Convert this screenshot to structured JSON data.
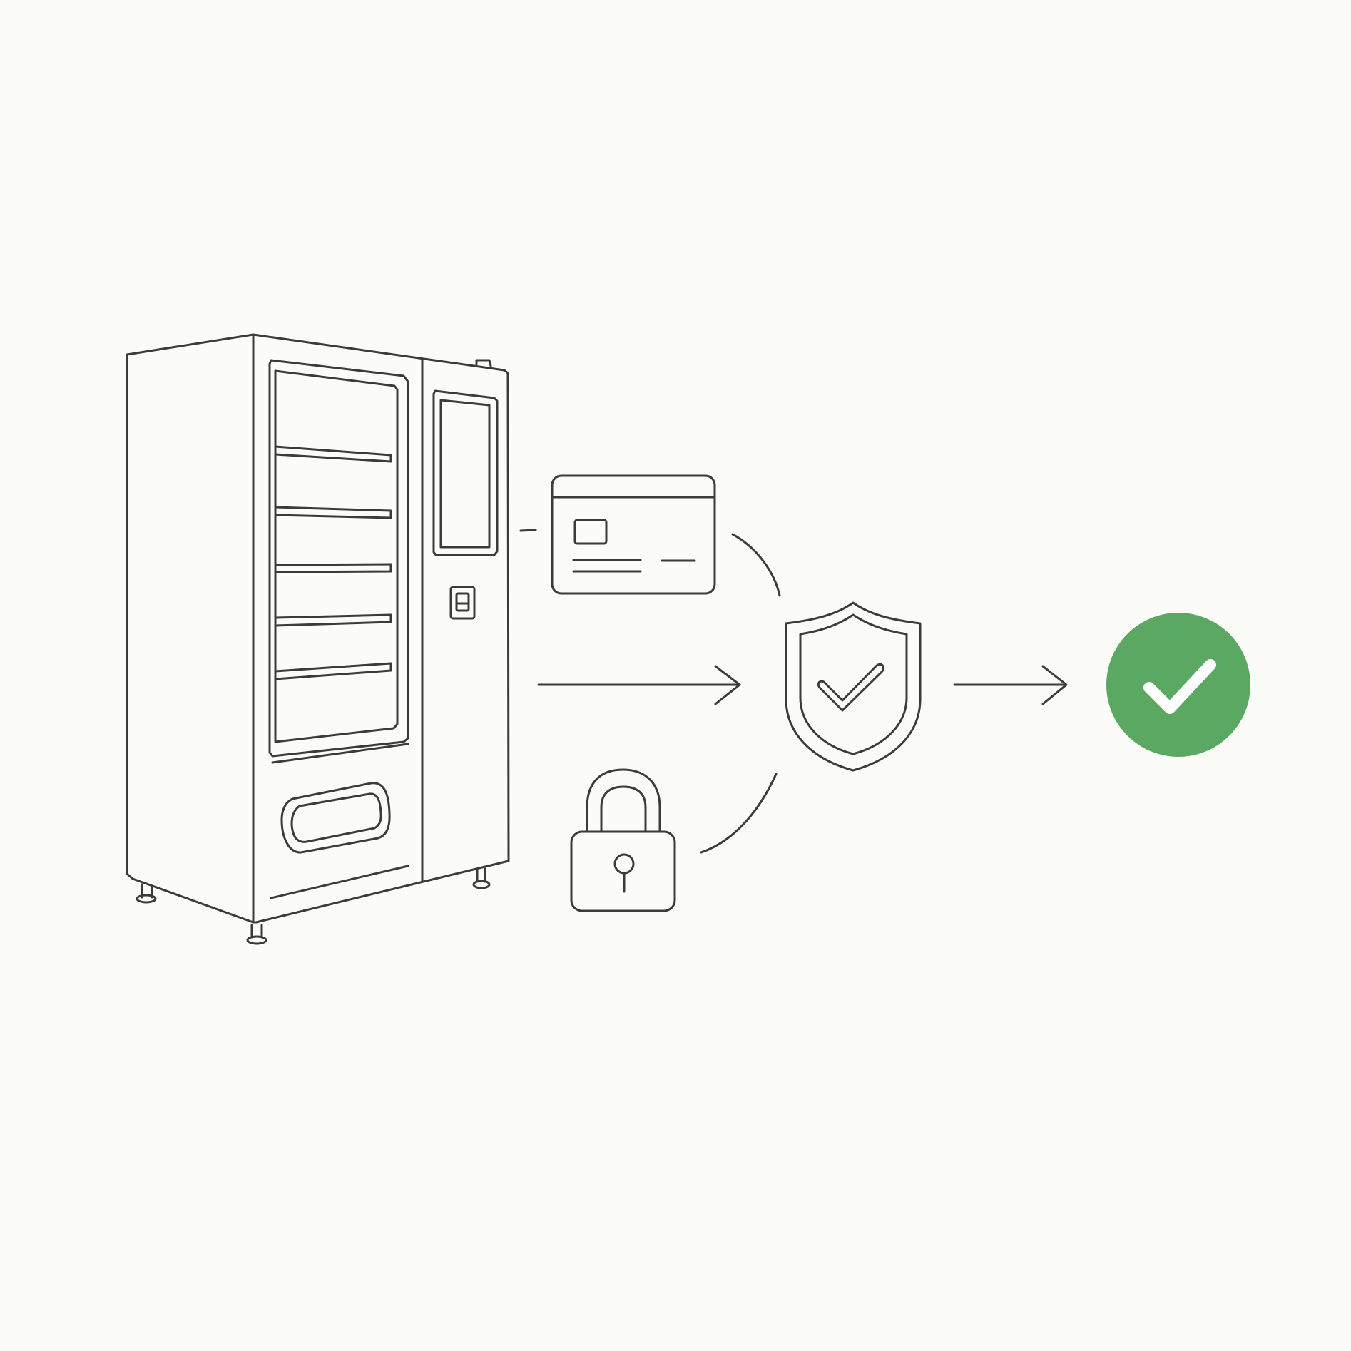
{
  "colors": {
    "background": "#fbfcf8",
    "line": "#3b3b3b",
    "success": "#5aa862",
    "success_mark": "#ffffff"
  },
  "nodes": [
    {
      "id": "vending-machine",
      "icon": "vending-machine-icon"
    },
    {
      "id": "payment-card",
      "icon": "credit-card-icon"
    },
    {
      "id": "padlock",
      "icon": "lock-icon"
    },
    {
      "id": "security-shield",
      "icon": "shield-check-icon"
    },
    {
      "id": "success",
      "icon": "check-circle-icon"
    }
  ],
  "edges": [
    {
      "from": "vending-machine",
      "to": "payment-card",
      "style": "line"
    },
    {
      "from": "payment-card",
      "to": "security-shield",
      "style": "curve"
    },
    {
      "from": "padlock",
      "to": "security-shield",
      "style": "curve"
    },
    {
      "from": "vending-machine",
      "to": "security-shield",
      "style": "arrow"
    },
    {
      "from": "security-shield",
      "to": "success",
      "style": "arrow"
    }
  ]
}
